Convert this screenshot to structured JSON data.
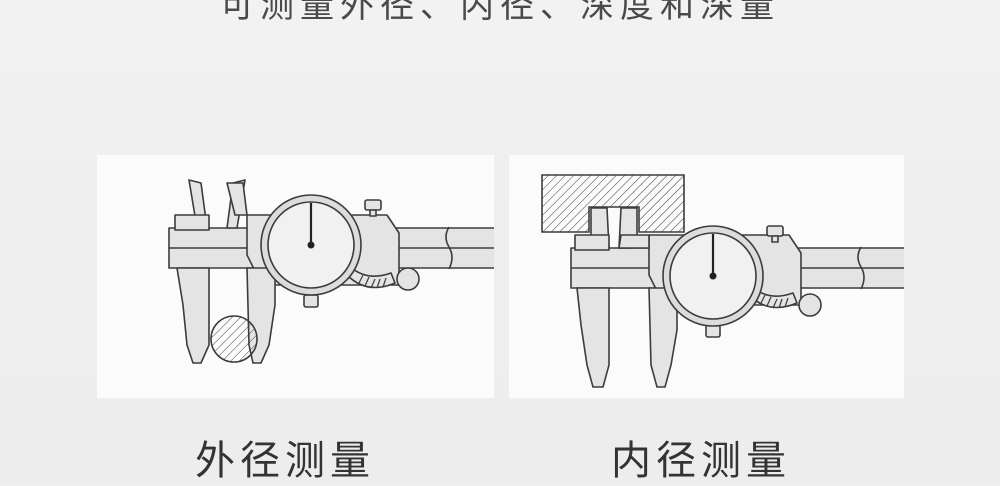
{
  "header": {
    "text": "可测量外径、内径、深度和深量"
  },
  "panels": [
    {
      "caption": "外径测量"
    },
    {
      "caption": "内径测量"
    }
  ],
  "colors": {
    "background": "#efefef",
    "panel": "#fbfbfb",
    "line": "#3c3c3c",
    "body_fill": "#e2e2e2",
    "text": "#333333"
  }
}
